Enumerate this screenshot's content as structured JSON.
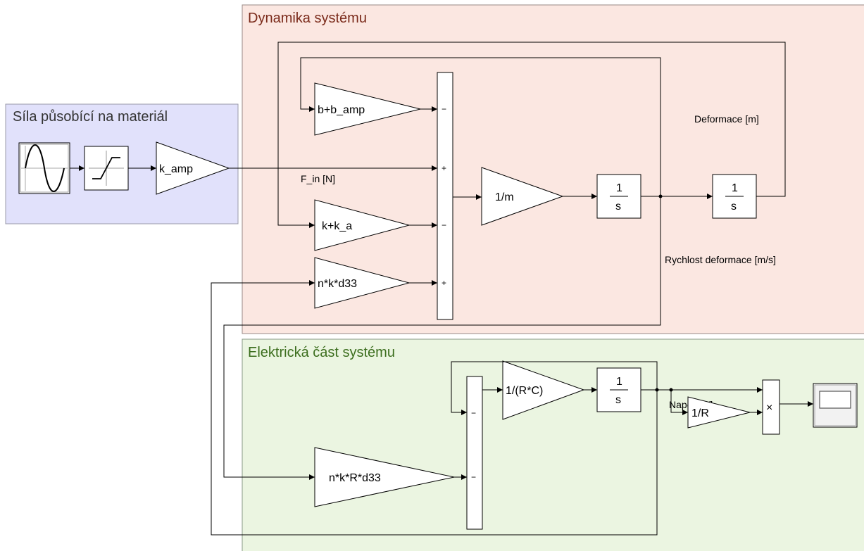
{
  "areas": {
    "force": {
      "title": "Síla působící na materiál",
      "fill": "#e1e1fb",
      "title_color": "#333333"
    },
    "dynamics": {
      "title": "Dynamika systému",
      "fill": "#fbe7e1",
      "title_color": "#7a2a1a"
    },
    "electrical": {
      "title": "Elektrická část systému",
      "fill": "#ebf5e1",
      "title_color": "#3c6e1e"
    }
  },
  "blocks": {
    "gain_k_amp": "k_amp",
    "gain_b": "b+b_amp",
    "gain_k": "k+k_a",
    "gain_n_mech": "n*k*d33",
    "gain_1m": "1/m",
    "gain_n_el": "n*k*R*d33",
    "gain_rc": "1/(R*C)",
    "gain_1r": "1/R",
    "int_num": "1",
    "int_den": "s",
    "product_symbol": "×"
  },
  "sum_signs": {
    "mech": [
      "−",
      "+",
      "−",
      "+"
    ],
    "el": [
      "−",
      "−"
    ]
  },
  "signals": {
    "f_in": "F_in [N]",
    "deformation": "Deformace [m]",
    "velocity": "Rychlost deformace [m/s]",
    "voltage": "Napětí [V]"
  }
}
